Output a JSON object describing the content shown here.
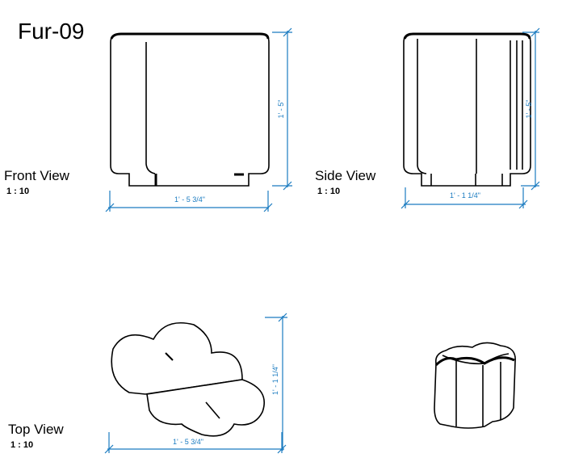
{
  "sheet": {
    "title": "Fur-09"
  },
  "views": {
    "front": {
      "name": "Front View",
      "scale": "1 : 10",
      "width_dim": "1' - 5 3/4\"",
      "height_dim": "1' - 5\""
    },
    "side": {
      "name": "Side View",
      "scale": "1 : 10",
      "width_dim": "1' - 1 1/4\"",
      "height_dim": "1' - 5\""
    },
    "top": {
      "name": "Top View",
      "scale": "1 : 10",
      "width_dim": "1' - 5 3/4\"",
      "depth_dim": "1' - 1 1/4\""
    }
  },
  "colors": {
    "dimension": "#1a7bc0",
    "linework": "#000000"
  }
}
